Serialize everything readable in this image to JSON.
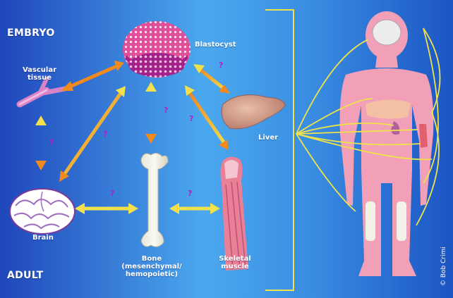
{
  "labels": {
    "embryo": "EMBRYO",
    "adult": "ADULT",
    "blastocyst": "Blastocyst",
    "vascular_line1": "Vascular",
    "vascular_line2": "tissue",
    "liver": "Liver",
    "brain": "Brain",
    "bone_line1": "Bone",
    "bone_line2": "(mesenchymal/",
    "bone_line3": "hemopoietic)",
    "muscle_line1": "Skeletal",
    "muscle_line2": "muscle",
    "question_mark": "?",
    "credit": "© Bob Crimi"
  },
  "colors": {
    "background_left": "#1f47bb",
    "background_mid": "#4ba8ee",
    "background_right": "#1c55c4",
    "arrow_orange": "#f08a1e",
    "arrow_yellow": "#f0e24a",
    "question_mark": "#b020c8",
    "tissue_pink": "#f2a0b4",
    "body_pink": "#f1a0b7"
  }
}
